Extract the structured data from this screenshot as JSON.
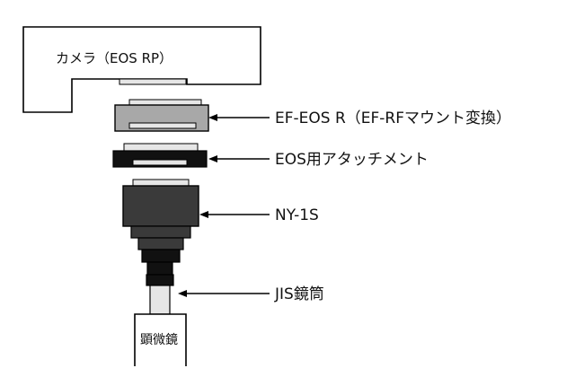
{
  "diagram": {
    "camera_label": "カメラ（EOS RP）",
    "microscope_label": "顕微鏡",
    "parts": [
      {
        "id": "ef-eos-r",
        "label": "EF-EOS R（EF-RFマウント変換）"
      },
      {
        "id": "eos-attachment",
        "label": "EOS用アタッチメント"
      },
      {
        "id": "ny-1s",
        "label": "NY-1S"
      },
      {
        "id": "jis-tube",
        "label": "JIS鏡筒"
      }
    ],
    "colors": {
      "outline": "#000000",
      "adapter_gray": "#a8a8a8",
      "dark_body": "#3a3a3a",
      "black": "#111111",
      "light_gray": "#e6e6e6",
      "background": "#ffffff"
    }
  }
}
